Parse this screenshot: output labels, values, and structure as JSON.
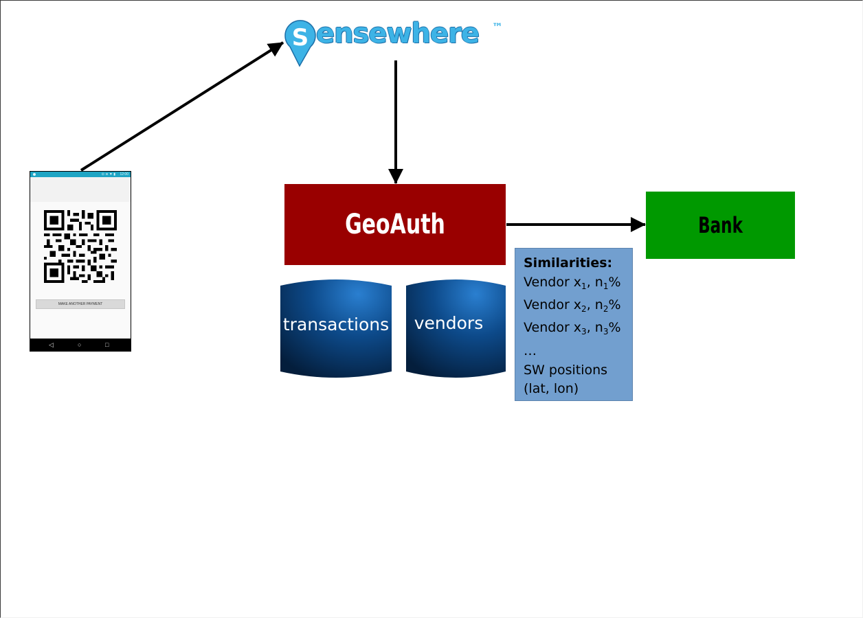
{
  "logo": {
    "text": "ensewhere",
    "tm": "™",
    "letter": "S"
  },
  "phone": {
    "pay_button_label": "MAKE ANOTHER PAYMENT",
    "status_time": "12:00",
    "status_icons": "⊙ ≋ ▼ ▮"
  },
  "geoauth": {
    "label": "GeoAuth"
  },
  "bank": {
    "label": "Bank"
  },
  "databases": [
    {
      "label": "transactions"
    },
    {
      "label": "vendors"
    }
  ],
  "similarities": {
    "title": "Similarities:",
    "vendors": [
      {
        "prefix": "Vendor x",
        "x_sub": "1",
        "sep": ", n",
        "n_sub": "1",
        "suffix": "%"
      },
      {
        "prefix": "Vendor x",
        "x_sub": "2",
        "sep": ", n",
        "n_sub": "2",
        "suffix": "%"
      },
      {
        "prefix": "Vendor x",
        "x_sub": "3",
        "sep": ", n",
        "n_sub": "3",
        "suffix": "%"
      }
    ],
    "ellipsis": "…",
    "positions_line1": "SW positions",
    "positions_line2": "(lat, lon)"
  },
  "colors": {
    "geoauth": "#990000",
    "bank": "#009900",
    "similarities_box": "#729fcf",
    "database": "#0d3a6e",
    "logo": "#3db3e6"
  }
}
